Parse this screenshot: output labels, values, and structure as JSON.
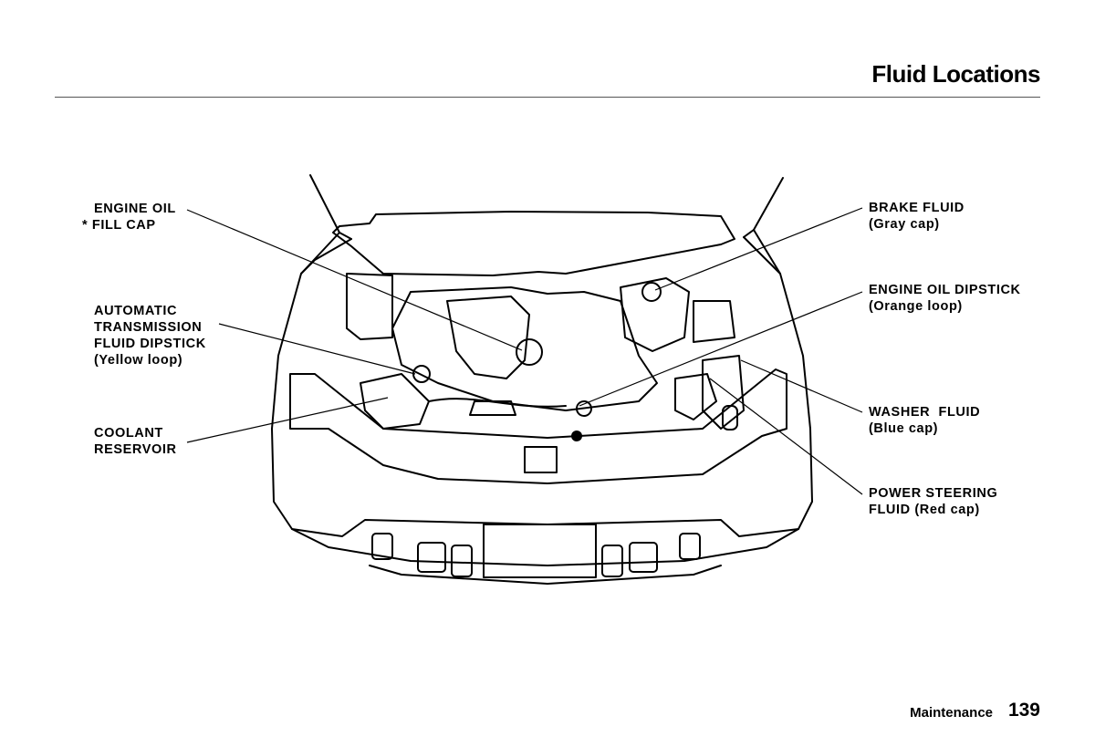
{
  "header": {
    "title": "Fluid Locations"
  },
  "callouts": {
    "engine_oil_fill_cap": {
      "line1": "ENGINE OIL",
      "line2": "* FILL CAP"
    },
    "atf_dipstick": {
      "line1": "AUTOMATIC",
      "line2": "TRANSMISSION",
      "line3": "FLUID DIPSTICK",
      "line4": "(Yellow loop)"
    },
    "coolant_reservoir": {
      "line1": "COOLANT",
      "line2": "RESERVOIR"
    },
    "brake_fluid": {
      "line1": "BRAKE FLUID",
      "line2": "(Gray cap)"
    },
    "engine_oil_dipstick": {
      "line1": "ENGINE OIL DIPSTICK",
      "line2": "(Orange loop)"
    },
    "washer_fluid": {
      "line1": "WASHER  FLUID",
      "line2": "(Blue cap)"
    },
    "power_steering": {
      "line1": "POWER STEERING",
      "line2": "FLUID (Red cap)"
    }
  },
  "footer": {
    "section": "Maintenance",
    "page_number": "139"
  }
}
